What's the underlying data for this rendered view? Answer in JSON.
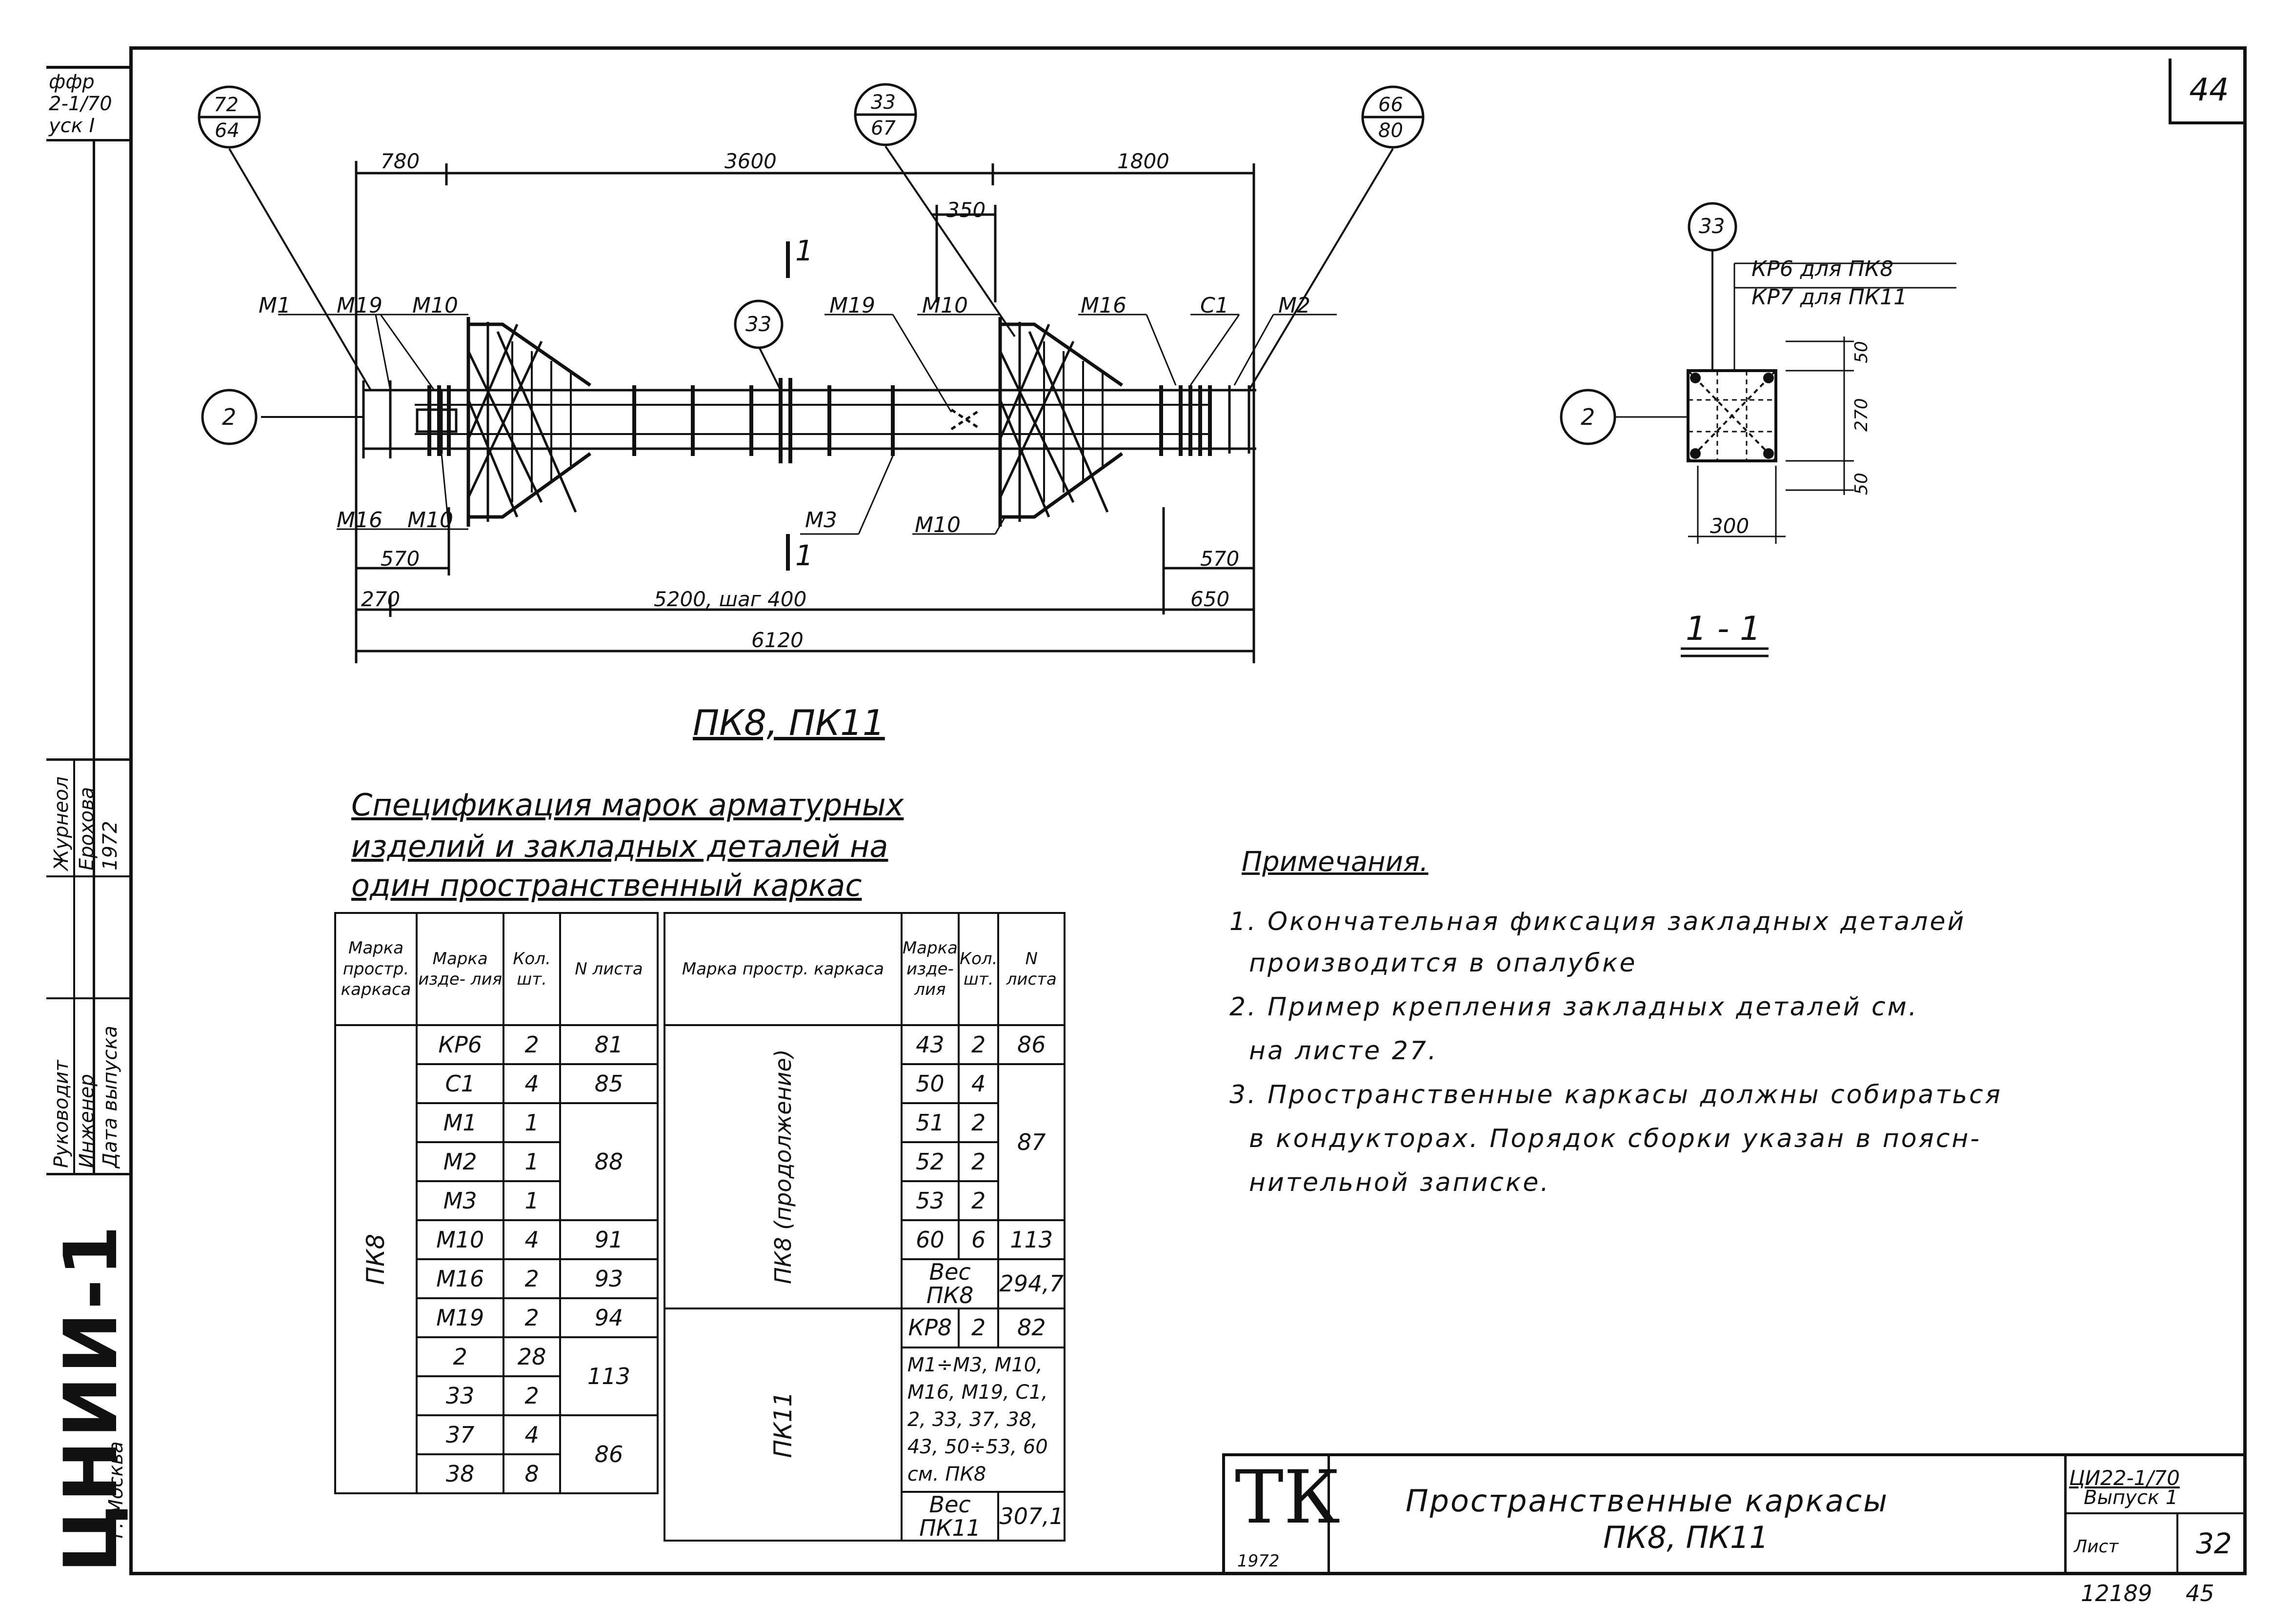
{
  "sheet_number": "44",
  "left_strip": {
    "top_lines": [
      "ффр",
      "2-1/70",
      "уск I"
    ],
    "roles": [
      "Руководит",
      "Инженер",
      "Дата выпуска"
    ],
    "names": [
      "Журнеол",
      "Ерохова",
      "1972"
    ],
    "org_code": "ЦНИИ-1",
    "city": "г. Москва"
  },
  "drawing": {
    "callouts": {
      "left": {
        "top": "72",
        "bottom": "64"
      },
      "middle": {
        "top": "33",
        "bottom": "67"
      },
      "right": {
        "top": "66",
        "bottom": "80"
      },
      "mid_33": "33",
      "axis_2": "2",
      "section_33": "33",
      "section_axis_2": "2"
    },
    "dims": {
      "d780": "780",
      "d3600": "3600",
      "d1800": "1800",
      "d350": "350",
      "d570_left": "570",
      "d570_right": "570",
      "d270": "270",
      "d5200": "5200, шаг 400",
      "d650": "650",
      "d6120": "6120",
      "sec_50_top": "50",
      "sec_270": "270",
      "sec_50_bottom": "50",
      "sec_300": "300"
    },
    "labels": {
      "m1": "М1",
      "m19_left": "М19",
      "m10_left_top": "М10",
      "m19_mid": "М19",
      "m10_mid_top": "М10",
      "m16_right": "М16",
      "c1": "С1",
      "m2": "М2",
      "m16_left": "М16",
      "m10_left_bottom": "М10",
      "m3": "М3",
      "m10_mid_bottom": "М10",
      "cut_top": "1",
      "cut_bottom": "1",
      "kp6": "КР6  для ПК8",
      "kp7": "КР7  для ПК11"
    },
    "caption_main": "ПК8,  ПК11",
    "caption_section": "1 - 1"
  },
  "spec": {
    "title_lines": [
      "Спецификация марок арматурных",
      "изделий и закладных деталей на",
      "один пространственный каркас"
    ],
    "headers": [
      "Марка простр. каркаса",
      "Марка изде- лия",
      "Кол. шт.",
      "N листа"
    ],
    "left_group": "ПК8",
    "left_rows": [
      {
        "item": "КР6",
        "qty": "2",
        "sheet": "81"
      },
      {
        "item": "С1",
        "qty": "4",
        "sheet": "85"
      },
      {
        "item": "М1",
        "qty": "1",
        "sheet": ""
      },
      {
        "item": "М2",
        "qty": "1",
        "sheet": "88"
      },
      {
        "item": "М3",
        "qty": "1",
        "sheet": ""
      },
      {
        "item": "М10",
        "qty": "4",
        "sheet": "91"
      },
      {
        "item": "М16",
        "qty": "2",
        "sheet": "93"
      },
      {
        "item": "М19",
        "qty": "2",
        "sheet": "94"
      },
      {
        "item": "2",
        "qty": "28",
        "sheet": "113"
      },
      {
        "item": "33",
        "qty": "2",
        "sheet": ""
      },
      {
        "item": "37",
        "qty": "4",
        "sheet": "86"
      },
      {
        "item": "38",
        "qty": "8",
        "sheet": ""
      }
    ],
    "right_group_1": "ПК8 (продолжение)",
    "right_rows": [
      {
        "item": "43",
        "qty": "2",
        "sheet": "86"
      },
      {
        "item": "50",
        "qty": "4",
        "sheet": ""
      },
      {
        "item": "51",
        "qty": "2",
        "sheet": "87"
      },
      {
        "item": "52",
        "qty": "2",
        "sheet": ""
      },
      {
        "item": "53",
        "qty": "2",
        "sheet": ""
      },
      {
        "item": "60",
        "qty": "6",
        "sheet": "113"
      }
    ],
    "weight_pk8_label": "Вес ПК8",
    "weight_pk8": "294,7",
    "right_group_2": "ПК11",
    "pk11_row": {
      "item": "КР8",
      "qty": "2",
      "sheet": "82"
    },
    "pk11_note": "М1÷М3, М10, М16, М19, С1, 2, 33, 37, 38, 43, 50÷53, 60 см. ПК8",
    "weight_pk11_label": "Вес ПК11",
    "weight_pk11": "307,1"
  },
  "notes": {
    "title": "Примечания.",
    "lines": [
      "1. Окончательная   фиксация   закладных   деталей",
      "производится  в  опалубке",
      "2. Пример  крепления   закладных   деталей  см.",
      "на  листе  27.",
      "3. Пространственные  каркасы  должны  собираться",
      "в кондукторах.  Порядок  сборки  указан  в  поясн-",
      "нительной  записке."
    ]
  },
  "stamp": {
    "logo": "ТК",
    "logo_year": "1972",
    "title_line1": "Пространственные  каркасы",
    "title_line2": "ПК8,  ПК11",
    "series": "ЦИ22-1/70",
    "issue": "Выпуск 1",
    "sheet_label": "Лист",
    "sheet_value": "32",
    "bottom_code": "12189",
    "bottom_page": "45"
  }
}
